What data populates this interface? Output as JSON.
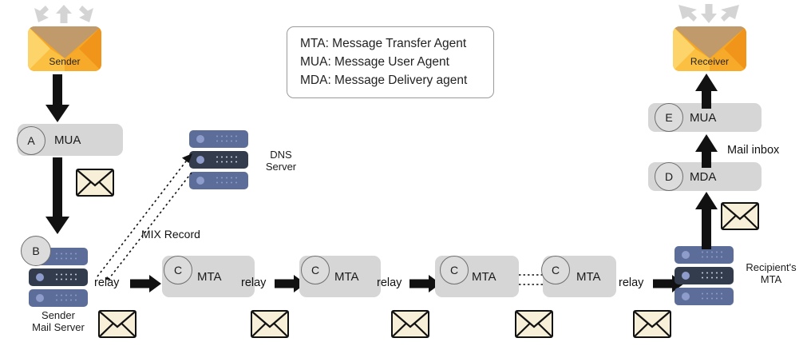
{
  "diagram": {
    "title": "Email delivery flow: Sender MUA to Receiver MUA via MTAs",
    "colors": {
      "envelope_orange": "#f6a623",
      "envelope_flap": "#c19a6b",
      "envelope_light": "#fcd469",
      "box_gray": "#d6d6d6",
      "badge_gray": "#dcdcdc",
      "server_light": "#5d6d99",
      "server_dark": "#333c4d",
      "small_envelope": "#f7efd8",
      "arrow_black": "#111111",
      "hint_arrow_gray": "#d2d2d2"
    }
  },
  "legend": {
    "name": "abbreviation-legend",
    "lines": [
      "MTA: Message Transfer Agent",
      "MUA: Message User Agent",
      "MDA: Message Delivery agent"
    ]
  },
  "sender": {
    "mail_label": "Sender",
    "hint_arrows": [
      "up-left",
      "up",
      "up-right"
    ]
  },
  "receiver": {
    "mail_label": "Receiver",
    "hint_arrows": [
      "down-left",
      "down",
      "down-right"
    ]
  },
  "nodes": {
    "mua_sender": {
      "badge": "A",
      "label": "MUA"
    },
    "mail_server": {
      "badge": "B",
      "label_line1": "Sender",
      "label_line2": "Mail Server"
    },
    "mta1": {
      "badge": "C",
      "label": "MTA"
    },
    "mta2": {
      "badge": "C",
      "label": "MTA"
    },
    "mta3": {
      "badge": "C",
      "label": "MTA"
    },
    "mta4": {
      "badge": "C",
      "label": "MTA"
    },
    "recipient_mta": {
      "label_line1": "Recipient's",
      "label_line2": "MTA"
    },
    "mda": {
      "badge": "D",
      "label": "MDA"
    },
    "mua_receiver": {
      "badge": "E",
      "label": "MUA"
    },
    "dns": {
      "label_line1": "DNS",
      "label_line2": "Server"
    }
  },
  "edges": {
    "dns_lookup": "MIX Record",
    "relay1": "relay",
    "relay2": "relay",
    "relay3": "relay",
    "relay4": "relay",
    "mail_inbox": "Mail inbox"
  },
  "envelopes_count": 5
}
